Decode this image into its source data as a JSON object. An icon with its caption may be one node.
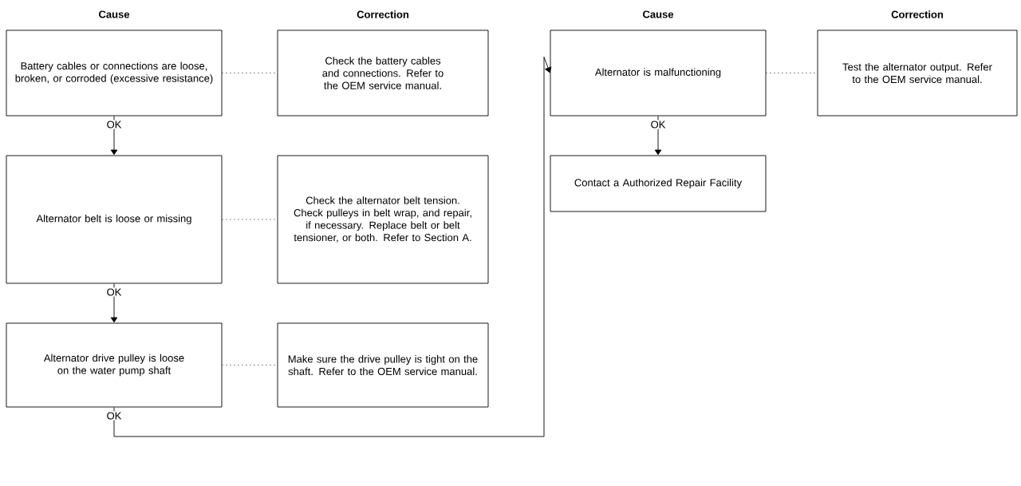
{
  "diagram": {
    "nodes": [
      {
        "text": [
          "Battery cables or connections are loose, broken, or corroded (excessive resistance)"
        ]
      },
      {
        "text": [
          "Check the battery cables and connections. Refer to the OEM service manual."
        ]
      },
      {
        "text": [
          "Alternator belt is loose or missing"
        ]
      },
      {
        "text": [
          "Check the alternator belt tension. Check pulleys in belt wrap, and repair, if necessary. Replace belt or belt tensioner, or both. Refer to Section A."
        ]
      },
      {
        "text": [
          "Alternator drive pulley is loose on the water pump shaft"
        ]
      },
      {
        "text": [
          "Make sure the drive pulley is tight on the shaft. Refer to the OEM service manual."
        ]
      },
      {
        "text": [
          "Alternator is malfunctioning"
        ]
      },
      {
        "text": [
          "Test the alternator output. Refer to the OEM service manual."
        ]
      },
      {
        "text": [
          "Contact a Authorized Repair Facility"
        ]
      }
    ],
    "edges": [
      {
        "from": 0,
        "to": 1,
        "arrow": "none",
        "style": "dashed"
      },
      {
        "from": 2,
        "to": 3,
        "arrow": "none",
        "style": "dashed"
      },
      {
        "from": 4,
        "to": 5,
        "arrow": "none",
        "style": "dashed"
      },
      {
        "from": 6,
        "to": 7,
        "arrow": "none",
        "style": "dashed"
      },
      {
        "from": 0,
        "to": 2,
        "arrow": "to",
        "label": "OK"
      },
      {
        "from": 2,
        "to": 4,
        "arrow": "to",
        "label": "OK"
      },
      {
        "from": 4,
        "to": 6,
        "arrow": "to",
        "label": "OK"
      },
      {
        "from": 6,
        "to": 8,
        "arrow": "to",
        "label": "OK"
      }
    ],
    "labels": [
      "Cause",
      "Correction",
      "Cause",
      "Correction"
    ]
  }
}
